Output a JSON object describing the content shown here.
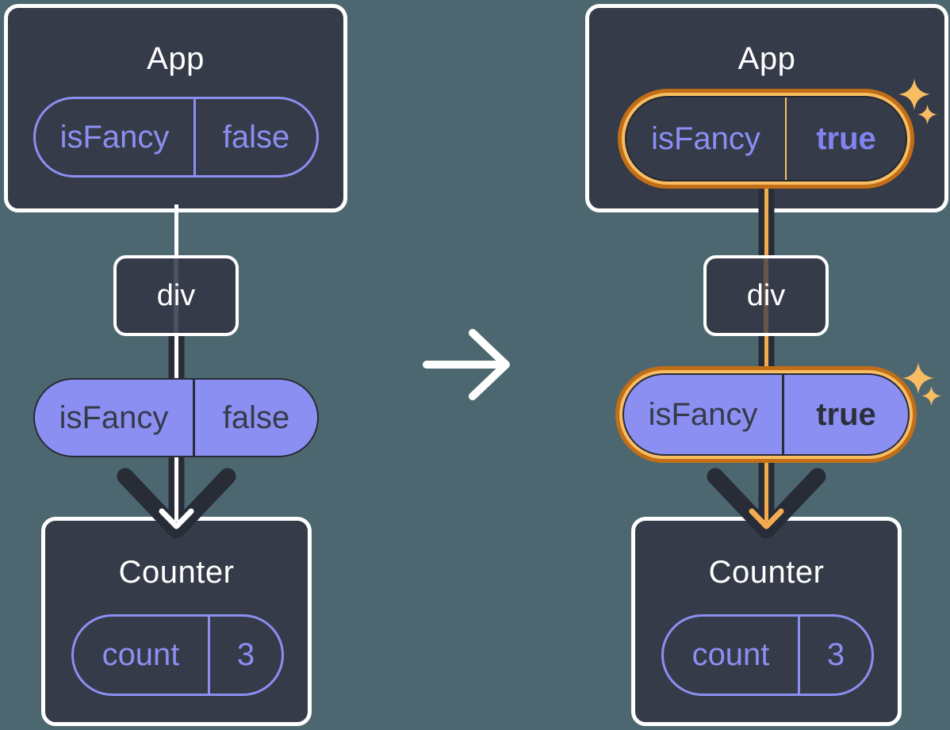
{
  "before": {
    "app_title": "App",
    "app_prop": {
      "name": "isFancy",
      "value": "false"
    },
    "div_label": "div",
    "flow_prop": {
      "name": "isFancy",
      "value": "false"
    },
    "counter_title": "Counter",
    "counter_state": {
      "name": "count",
      "value": "3"
    }
  },
  "after": {
    "app_title": "App",
    "app_prop": {
      "name": "isFancy",
      "value": "true"
    },
    "div_label": "div",
    "flow_prop": {
      "name": "isFancy",
      "value": "true"
    },
    "counter_title": "Counter",
    "counter_state": {
      "name": "count",
      "value": "3"
    }
  },
  "icons": {
    "transition": "arrow-right-icon",
    "highlight": "sparkle-icon",
    "flow": "arrow-down-chevron-icon"
  },
  "colors": {
    "background": "#4D6770",
    "box_fill": "#353B48",
    "box_border": "#FFFFFF",
    "purple": "#8C8FF2",
    "purple_bold_value": "#8184F0",
    "dark_arrow": "#272C37",
    "orange_light": "#F8BC62",
    "orange_dark": "#C26E17",
    "orange_flow": "#F3AB4F"
  }
}
